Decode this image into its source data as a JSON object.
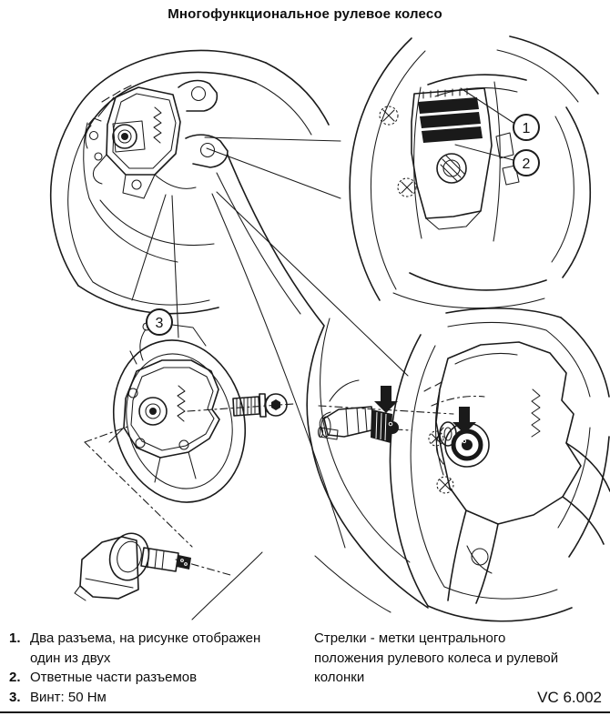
{
  "title": "Многофункциональное рулевое колесо",
  "callouts": {
    "c1": "1",
    "c2": "2",
    "c3": "3"
  },
  "legend": {
    "items": [
      {
        "num": "1.",
        "line1": "Два разъема, на рисунке отображен",
        "line2": "один из двух"
      },
      {
        "num": "2.",
        "line1": "Ответные части разъемов",
        "line2": ""
      },
      {
        "num": "3.",
        "line1": "Винт: 50 Нм",
        "line2": ""
      }
    ]
  },
  "note": {
    "lines": [
      "Стрелки - метки центрального",
      "положения рулевого колеса и рулевой",
      "колонки"
    ]
  },
  "footer": {
    "code": "VC 6.002"
  },
  "icons": {
    "center_mark_arrow": "filled-down-arrow"
  },
  "colors": {
    "ink": "#1b1b1b",
    "paper": "#ffffff"
  }
}
